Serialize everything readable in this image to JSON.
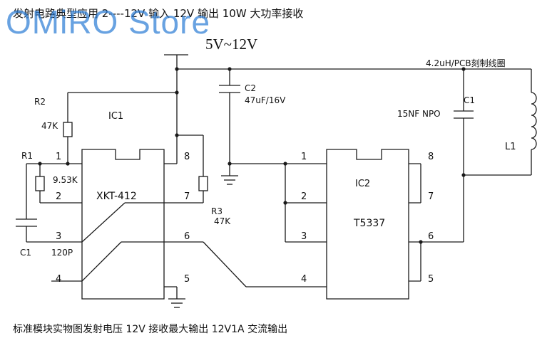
{
  "title": "发射电路典型应用 2----12V 输入 12V 输出   10W 大功率接收",
  "watermark": "OMiRO Store",
  "supply_label": "5V~12V",
  "coil_label": "4.2uH/PCB刻制线圈",
  "ic1": {
    "name": "IC1",
    "part": "XKT-412",
    "pins": [
      "1",
      "2",
      "3",
      "4",
      "5",
      "6",
      "7",
      "8"
    ]
  },
  "ic2": {
    "name": "IC2",
    "part": "T5337",
    "pins": [
      "1",
      "2",
      "3",
      "4",
      "5",
      "6",
      "7",
      "8"
    ]
  },
  "components": {
    "r1": "R1",
    "r1_value": "9.53K",
    "r2": "R2",
    "r2_value": "47K",
    "r3": "R3",
    "r3_value": "47K",
    "c1_left": "C1",
    "c1_left_value": "120P",
    "c2": "C2",
    "c2_value": "47uF/16V",
    "c1_right": "C1",
    "c1_right_value": "15NF NPO",
    "l1": "L1"
  },
  "footer": "标准模块实物图发射电压 12V  接收最大输出 12V1A 交流输出",
  "colors": {
    "wire": "#1a1a1a",
    "watermark": "#2f7fd6",
    "background": "#ffffff"
  }
}
